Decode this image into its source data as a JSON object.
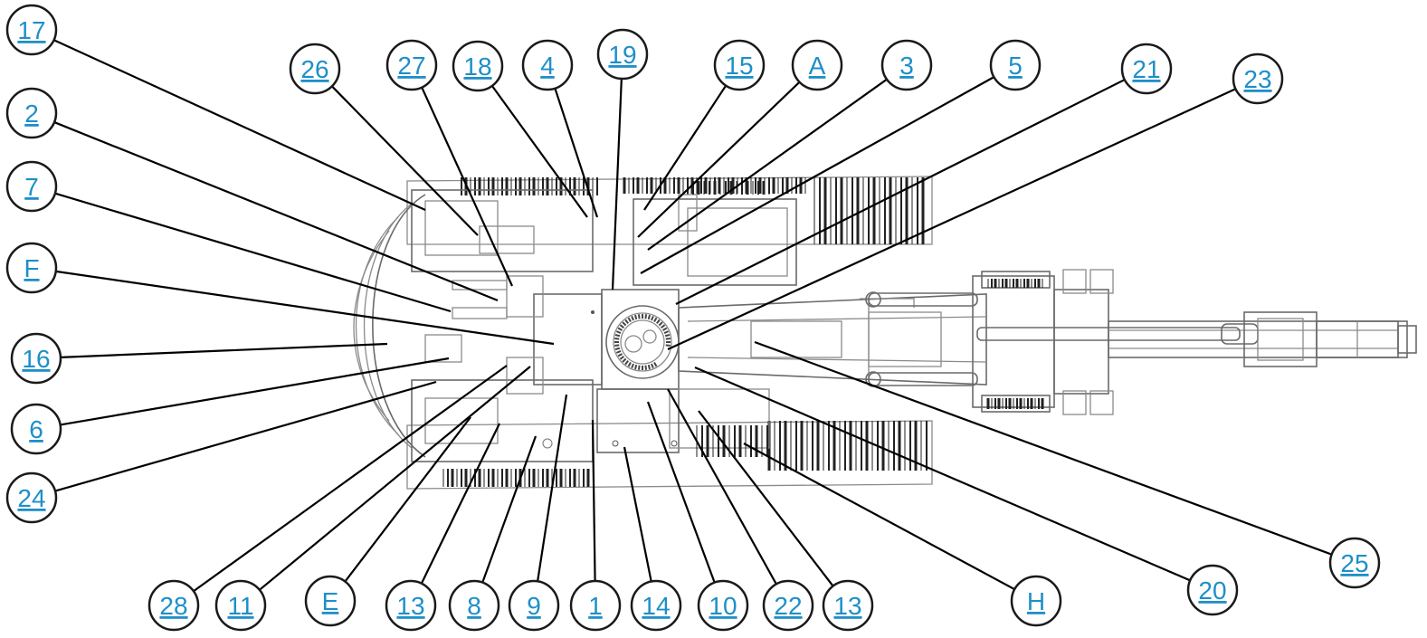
{
  "colors": {
    "link": "#1e8fc8",
    "outline": "#1a1a1a",
    "leader": "#000000",
    "drawing": "#8a8a8a"
  },
  "callouts": [
    {
      "key": "c-17",
      "label": "17"
    },
    {
      "key": "c-26",
      "label": "26"
    },
    {
      "key": "c-27",
      "label": "27"
    },
    {
      "key": "c-18",
      "label": "18"
    },
    {
      "key": "c-4",
      "label": "4"
    },
    {
      "key": "c-19",
      "label": "19"
    },
    {
      "key": "c-15",
      "label": "15"
    },
    {
      "key": "c-A",
      "label": "A"
    },
    {
      "key": "c-3",
      "label": "3"
    },
    {
      "key": "c-5",
      "label": "5"
    },
    {
      "key": "c-21",
      "label": "21"
    },
    {
      "key": "c-23",
      "label": "23"
    },
    {
      "key": "c-2",
      "label": "2"
    },
    {
      "key": "c-7",
      "label": "7"
    },
    {
      "key": "c-F",
      "label": "F"
    },
    {
      "key": "c-16",
      "label": "16"
    },
    {
      "key": "c-6",
      "label": "6"
    },
    {
      "key": "c-24",
      "label": "24"
    },
    {
      "key": "c-28",
      "label": "28"
    },
    {
      "key": "c-11",
      "label": "11"
    },
    {
      "key": "c-E",
      "label": "E"
    },
    {
      "key": "c-13a",
      "label": "13"
    },
    {
      "key": "c-8",
      "label": "8"
    },
    {
      "key": "c-9",
      "label": "9"
    },
    {
      "key": "c-1",
      "label": "1"
    },
    {
      "key": "c-14",
      "label": "14"
    },
    {
      "key": "c-10",
      "label": "10"
    },
    {
      "key": "c-22",
      "label": "22"
    },
    {
      "key": "c-13b",
      "label": "13"
    },
    {
      "key": "c-H",
      "label": "H"
    },
    {
      "key": "c-20",
      "label": "20"
    },
    {
      "key": "c-25",
      "label": "25"
    }
  ]
}
